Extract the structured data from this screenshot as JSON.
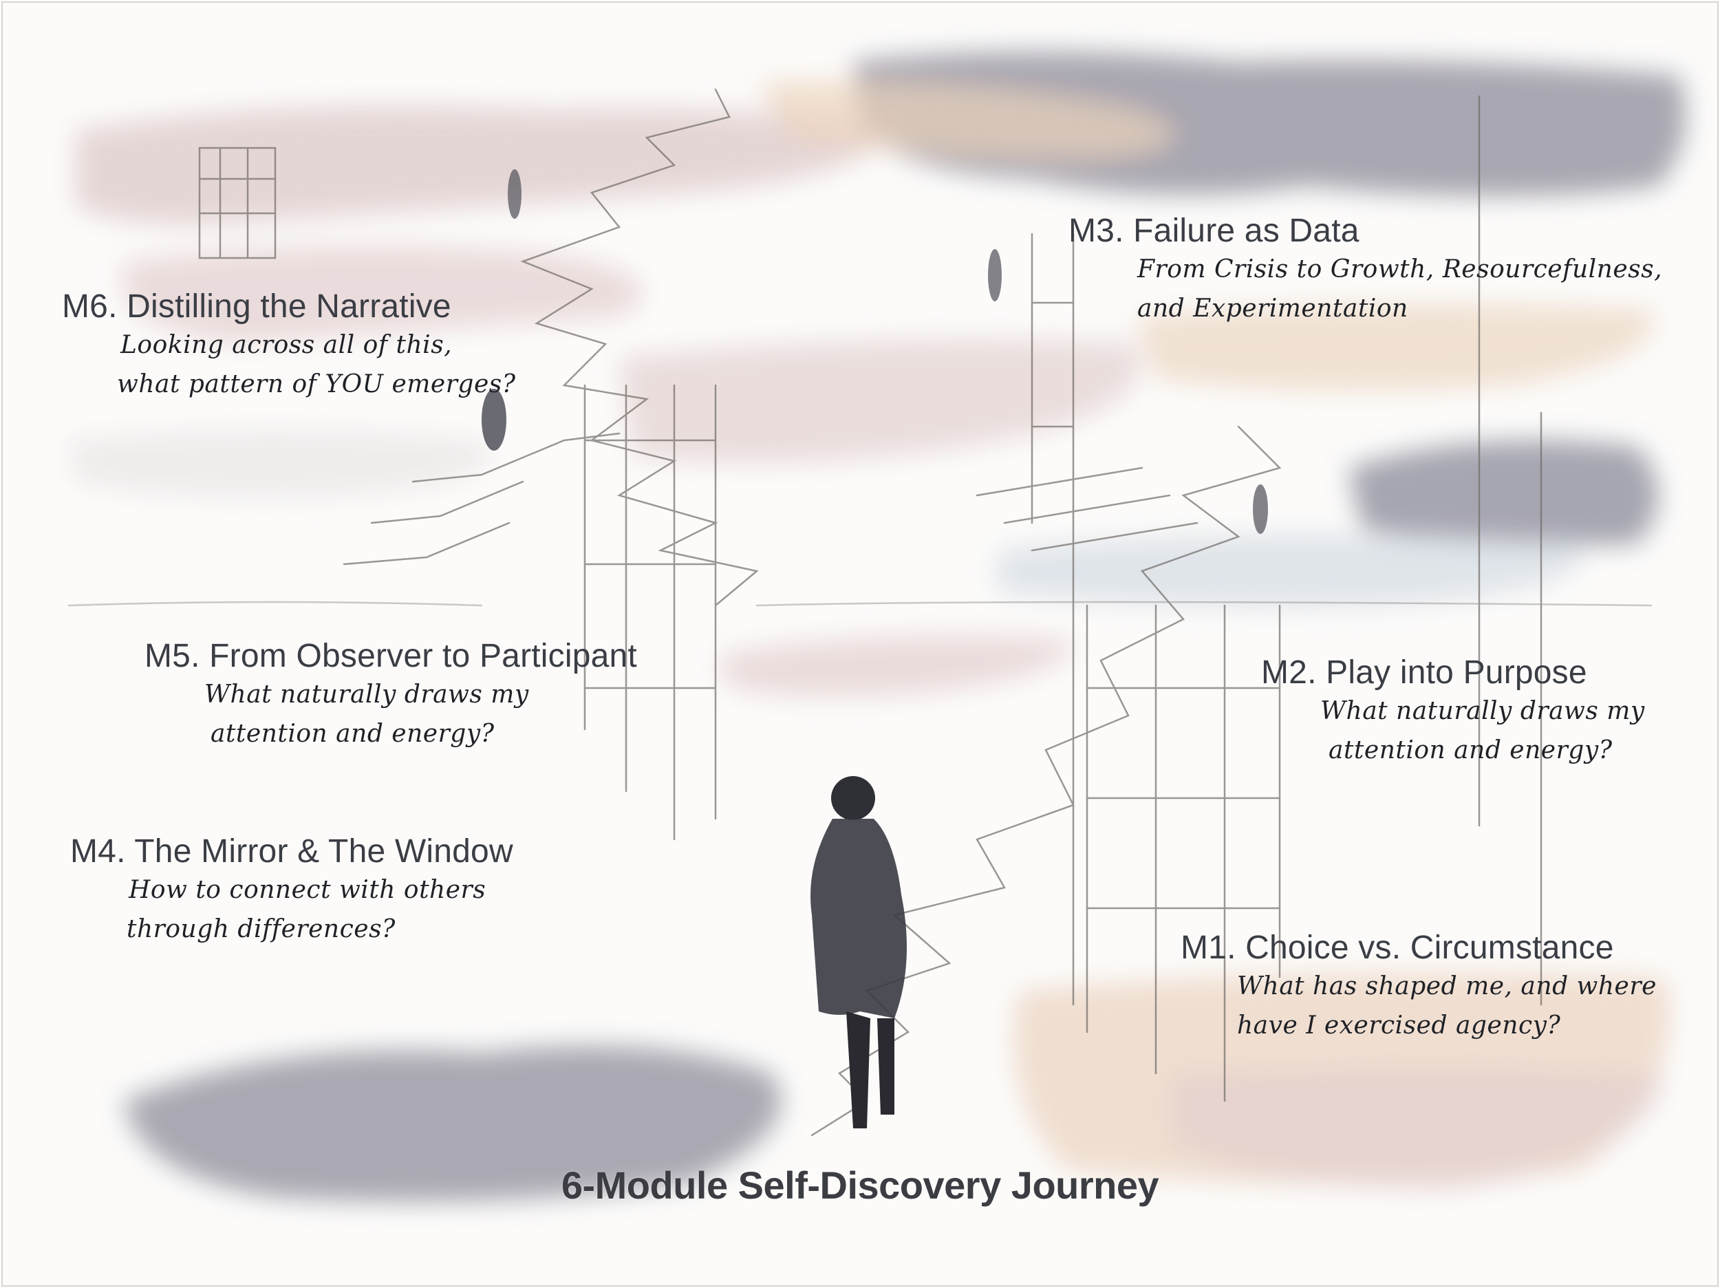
{
  "title": "6-Module Self-Discovery Journey",
  "modules": {
    "m6": {
      "title": "M6. Distilling the Narrative",
      "lines": [
        "Looking across all of this,",
        "what pattern of YOU emerges?"
      ]
    },
    "m3": {
      "title": "M3. Failure as Data",
      "lines": [
        "From Crisis to Growth, Resourcefulness,",
        "and Experimentation"
      ]
    },
    "m5": {
      "title": "M5. From Observer to Participant",
      "lines": [
        "What naturally draws my",
        "attention and energy?"
      ]
    },
    "m2": {
      "title": "M2. Play into Purpose",
      "lines": [
        "What naturally draws my",
        "attention and energy?"
      ]
    },
    "m4": {
      "title": "M4. The Mirror & The Window",
      "lines": [
        "How to connect with others",
        "through differences?"
      ]
    },
    "m1": {
      "title": "M1. Choice vs. Circumstance",
      "lines": [
        "What has shaped me, and where",
        "have I exercised agency?"
      ]
    }
  },
  "colors": {
    "slate": "#8e8c9a",
    "rose": "#e3d3d2",
    "peach": "#ecd7c4",
    "mist": "#d6dde2",
    "pencil": "#6f6a66",
    "ink": "#3a3d44"
  },
  "icons": {
    "door": "doorway-icon",
    "walker": "walking-figure-icon"
  }
}
